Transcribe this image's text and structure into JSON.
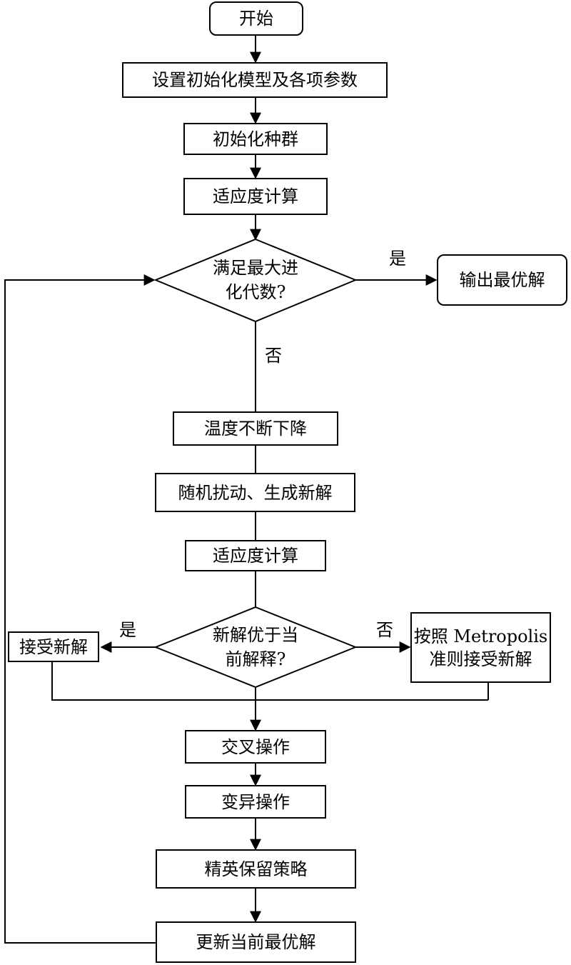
{
  "nodes": {
    "start": "开始",
    "init_params": "设置初始化模型及各项参数",
    "init_population": "初始化种群",
    "fitness_1": "适应度计算",
    "check_max_gen_line1": "满足最大进",
    "check_max_gen_line2": "化代数?",
    "output_best": "输出最优解",
    "temp_decrease": "温度不断下降",
    "perturb": "随机扰动、生成新解",
    "fitness_2": "适应度计算",
    "check_better_line1": "新解优于当",
    "check_better_line2": "前解释?",
    "accept_new": "接受新解",
    "metropolis_line1": "按照 Metropolis",
    "metropolis_line2": "准则接受新解",
    "crossover": "交叉操作",
    "mutation": "变异操作",
    "elitism": "精英保留策略",
    "update_best": "更新当前最优解"
  },
  "edge_labels": {
    "yes_1": "是",
    "no_1": "否",
    "yes_2": "是",
    "no_2": "否"
  }
}
